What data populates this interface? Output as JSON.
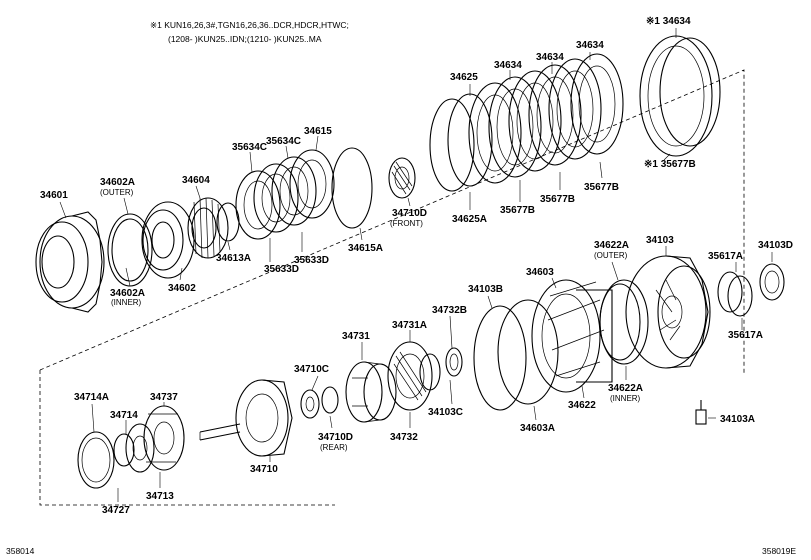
{
  "note": {
    "line1": "※1  KUN16,26,3#,TGN16,26,36..DCR,HDCR,HTWC;",
    "line2": "(1208-            )KUN25..IDN;(1210-           )KUN25..MA"
  },
  "footer": {
    "left": "358014",
    "right": "358019E"
  },
  "labels": {
    "p34601": "34601",
    "p34602A_outer": "34602A",
    "outer1": "(OUTER)",
    "p34602A_inner": "34602A",
    "inner1": "(INNER)",
    "p34602": "34602",
    "p34604": "34604",
    "p34613A": "34613A",
    "p35634C_a": "35634C",
    "p35634C_b": "35634C",
    "p34615": "34615",
    "p35633D_a": "35633D",
    "p35633D_b": "35633D",
    "p34615A": "34615A",
    "p34710D_front": "34710D",
    "front": "(FRONT)",
    "p34625": "34625",
    "p34625A": "34625A",
    "p34634_a": "34634",
    "p34634_b": "34634",
    "p34634_c": "34634",
    "p34634_top": "※1 34634",
    "p35677B_a": "35677B",
    "p35677B_b": "35677B",
    "p35677B_c": "35677B",
    "p35677B_x": "※1 35677B",
    "p34622A_outer": "34622A",
    "outer2": "(OUTER)",
    "p34103": "34103",
    "p35617A_a": "35617A",
    "p35617A_b": "35617A",
    "p34103D": "34103D",
    "p34603": "34603",
    "p34103B": "34103B",
    "p34732B": "34732B",
    "p34731A": "34731A",
    "p34731": "34731",
    "p34622A_inner": "34622A",
    "inner2": "(INNER)",
    "p34622": "34622",
    "p34603A": "34603A",
    "p34103C": "34103C",
    "p34732": "34732",
    "p34103A": "34103A",
    "p34710C": "34710C",
    "p34710D_rear": "34710D",
    "rear": "(REAR)",
    "p34710": "34710",
    "p34714A": "34714A",
    "p34714": "34714",
    "p34737": "34737",
    "p34713": "34713",
    "p34727": "34727"
  }
}
